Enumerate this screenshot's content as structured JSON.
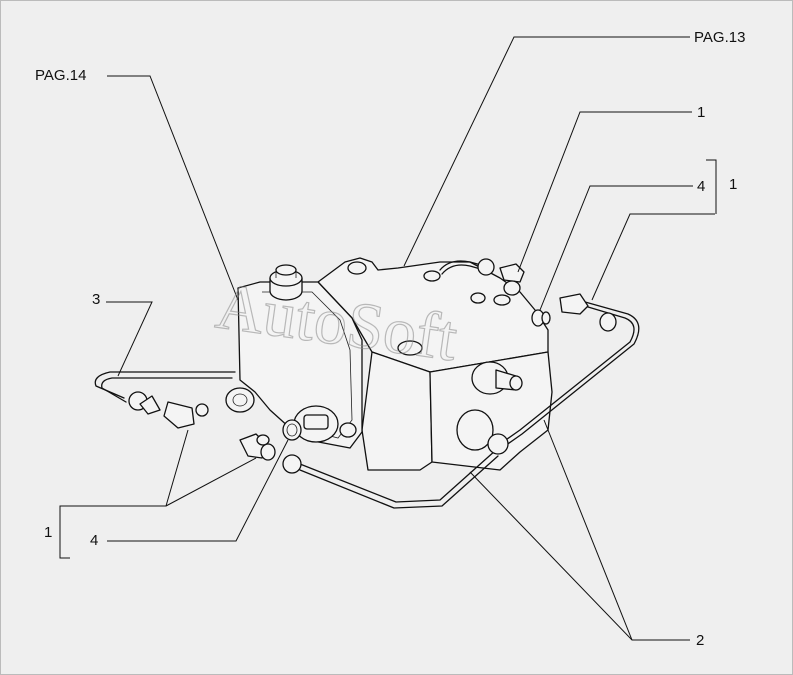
{
  "labels": {
    "pag14": "PAG.14",
    "pag13": "PAG.13",
    "top_right_1": "1",
    "right_bracket_4": "4",
    "right_bracket_1": "1",
    "left_3": "3",
    "left_bracket_1": "1",
    "left_bracket_4": "4",
    "bottom_2": "2"
  },
  "watermark": "AutoSoft",
  "colors": {
    "background": "#efefef",
    "ink": "#111111",
    "watermark": "#888888"
  }
}
